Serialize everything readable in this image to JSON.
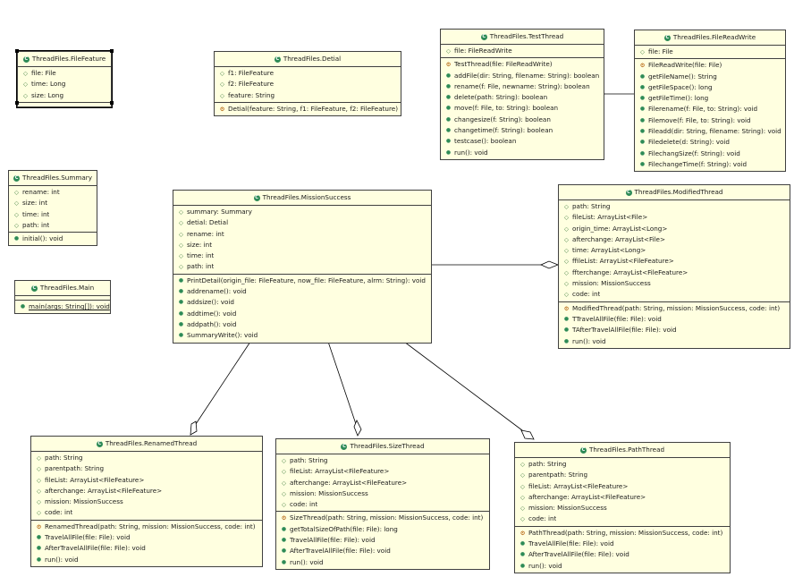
{
  "classes": [
    {
      "id": "filefeature",
      "name": "ThreadFiles.FileFeature",
      "attributes": [
        "file: File",
        "time: Long",
        "size: Long"
      ],
      "methods": []
    },
    {
      "id": "detial",
      "name": "ThreadFiles.Detial",
      "attributes": [
        "f1: FileFeature",
        "f2: FileFeature",
        "feature: String"
      ],
      "methods": [
        "Detial(feature: String, f1: FileFeature, f2: FileFeature)"
      ]
    },
    {
      "id": "testthread",
      "name": "ThreadFiles.TestThread",
      "attributes": [
        "file: FileReadWrite"
      ],
      "methods": [
        "TestThread(file: FileReadWrite)",
        "addFile(dir: String, filename: String): boolean",
        "rename(f: File, newname: String): boolean",
        "delete(path: String): boolean",
        "move(f: File, to: String): boolean",
        "changesize(f: String): boolean",
        "changetime(f: String): boolean",
        "testcase(): boolean",
        "run(): void"
      ]
    },
    {
      "id": "filereadwrite",
      "name": "ThreadFiles.FileReadWrite",
      "attributes": [
        "file: File"
      ],
      "methods": [
        "FileReadWrite(file: File)",
        "getFileName(): String",
        "getFileSpace(): long",
        "getFileTime(): long",
        "Filerename(f: File, to: String): void",
        "Filemove(f: File, to: String): void",
        "Fileadd(dir: String, filename: String): void",
        "Filedelete(d: String): void",
        "FilechangSize(f: String): void",
        "FilechangeTime(f: String): void"
      ]
    },
    {
      "id": "summary",
      "name": "ThreadFiles.Summary",
      "attributes": [
        "rename: int",
        "size: int",
        "time: int",
        "path: int"
      ],
      "methods": [
        "initial(): void"
      ]
    },
    {
      "id": "missionsuccess",
      "name": "ThreadFiles.MissionSuccess",
      "attributes": [
        "summary: Summary",
        "detial: Detial",
        "rename: int",
        "size: int",
        "time: int",
        "path: int"
      ],
      "methods": [
        "PrintDetail(origin_file: FileFeature, now_file: FileFeature, alrm: String): void",
        "addrename(): void",
        "addsize(): void",
        "addtime(): void",
        "addpath(): void",
        "SummaryWrite(): void"
      ]
    },
    {
      "id": "modifiedthread",
      "name": "ThreadFiles.ModifiedThread",
      "attributes": [
        "path: String",
        "fileList: ArrayList<File>",
        "origin_time: ArrayList<Long>",
        "afterchange: ArrayList<File>",
        "time: ArrayList<Long>",
        "ffileList: ArrayList<FileFeature>",
        "ffterchange: ArrayList<FileFeature>",
        "mission: MissionSuccess",
        "code: int"
      ],
      "methods": [
        "ModifiedThread(path: String, mission: MissionSuccess, code: int)",
        "TTravelAllFile(file: File): void",
        "TAfterTravelAllFile(file: File): void",
        "run(): void"
      ]
    },
    {
      "id": "main",
      "name": "ThreadFiles.Main",
      "attributes": [],
      "methods": [
        "main(args: String[]): void"
      ]
    },
    {
      "id": "renamedthread",
      "name": "ThreadFiles.RenamedThread",
      "attributes": [
        "path: String",
        "parentpath: String",
        "fileList: ArrayList<FileFeature>",
        "afterchange: ArrayList<FileFeature>",
        "mission: MissionSuccess",
        "code: int"
      ],
      "methods": [
        "RenamedThread(path: String, mission: MissionSuccess, code: int)",
        "TravelAllFile(file: File): void",
        "AfterTravelAllFile(file: File): void",
        "run(): void"
      ]
    },
    {
      "id": "sizethread",
      "name": "ThreadFiles.SizeThread",
      "attributes": [
        "path: String",
        "fileList: ArrayList<FileFeature>",
        "afterchange: ArrayList<FileFeature>",
        "mission: MissionSuccess",
        "code: int"
      ],
      "methods": [
        "SizeThread(path: String, mission: MissionSuccess, code: int)",
        "getTotalSizeOfPath(file: File): long",
        "TravelAllFile(file: File): void",
        "AfterTravelAllFile(file: File): void",
        "run(): void"
      ]
    },
    {
      "id": "paththread",
      "name": "ThreadFiles.PathThread",
      "attributes": [
        "path: String",
        "parentpath: String",
        "fileList: ArrayList<FileFeature>",
        "afterchange: ArrayList<FileFeature>",
        "mission: MissionSuccess",
        "code: int"
      ],
      "methods": [
        "PathThread(path: String, mission: MissionSuccess, code: int)",
        "TravelAllFile(file: File): void",
        "AfterTravelAllFile(file: File): void",
        "run(): void"
      ]
    }
  ],
  "colors": {
    "box_fill": "#ffffe0",
    "border": "#404040",
    "class_icon": "#2e8b57",
    "line": "#000000"
  }
}
